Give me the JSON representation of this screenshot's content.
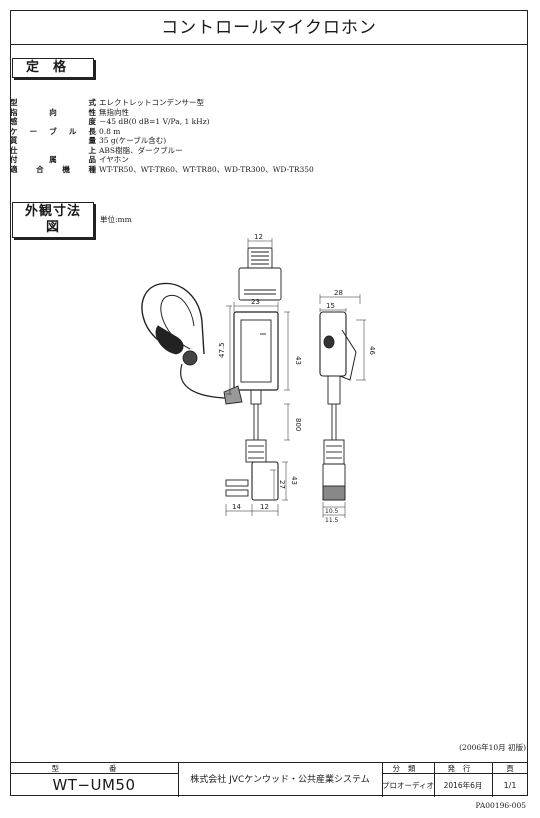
{
  "title": "コントロールマイクロホン",
  "spec_section": {
    "label": "定格",
    "rows": [
      {
        "key": [
          "型",
          "式"
        ],
        "value": "エレクトレットコンデンサー型"
      },
      {
        "key": [
          "指",
          "向",
          "性"
        ],
        "value": "無指向性"
      },
      {
        "key": [
          "感",
          "度"
        ],
        "value": "－45 dB(0 dB=1 V/Pa, 1 kHz)"
      },
      {
        "key": [
          "ケ",
          "ー",
          "ブ",
          "ル",
          "長"
        ],
        "value": "0.8 m"
      },
      {
        "key": [
          "質",
          "量"
        ],
        "value": "35 g(ケーブル含む)"
      },
      {
        "key": [
          "仕",
          "上"
        ],
        "value": "ABS樹脂、ダークブルー"
      },
      {
        "key": [
          "付",
          "属",
          "品"
        ],
        "value": "イヤホン"
      },
      {
        "key": [
          "適",
          "合",
          "機",
          "種"
        ],
        "value": "WT-TR50、WT-TR60、WT-TR80、WD-TR300、WD-TR350"
      }
    ]
  },
  "dim_section": {
    "label": "外観寸法図",
    "unit": "単位:mm",
    "dims": {
      "plug_width": "12",
      "body_width": "23",
      "body_height": "43",
      "overall_height": "47.5",
      "cable_length": "800",
      "connector_a": "14",
      "connector_b": "12",
      "connector_h1": "27",
      "connector_h2": "43",
      "side_depth": "28",
      "side_clip": "15",
      "side_height": "46",
      "side_base1": "10.5",
      "side_base2": "11.5"
    }
  },
  "issue_note": "(2006年10月 初版)",
  "table": {
    "model_label": "型番",
    "model_value": "WT−UM50",
    "company": "株式会社 JVCケンウッド・公共産業システム",
    "category_label": "分類",
    "category_value": "プロオーディオ",
    "issue_label": "発行",
    "issue_value": "2016年6月",
    "page_label": "頁",
    "page_value": "1/1"
  },
  "doc_number": "PA00196-005"
}
